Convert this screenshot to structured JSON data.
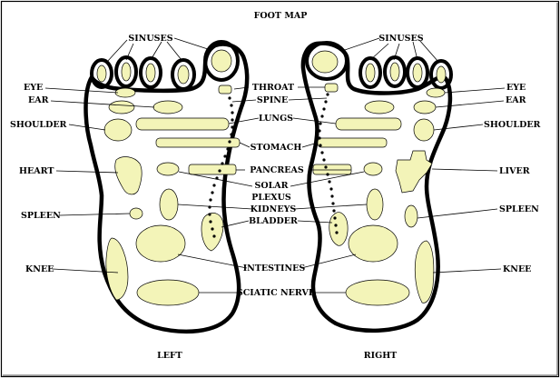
{
  "title": "FOOT MAP",
  "feet": {
    "left": "LEFT",
    "right": "RIGHT"
  },
  "labels": {
    "sinuses": "SINUSES",
    "eye": "EYE",
    "ear": "EAR",
    "shoulder": "SHOULDER",
    "heart": "HEART",
    "spleen": "SPLEEN",
    "knee": "KNEE",
    "liver": "LIVER",
    "throat": "THROAT",
    "spine": "SPINE",
    "lungs": "LUNGS",
    "stomach": "STOMACH",
    "pancreas": "PANCREAS",
    "solar": "SOLAR",
    "plexus": "PLEXUS",
    "kidneys": "KIDNEYS",
    "bladder": "BLADDER",
    "intestines": "INTESTINES",
    "sciatic_nerve": "SCIATIC NERVE"
  },
  "colors": {
    "zone_fill": "#f3f4b8",
    "outline": "#000000",
    "background": "#ffffff"
  }
}
